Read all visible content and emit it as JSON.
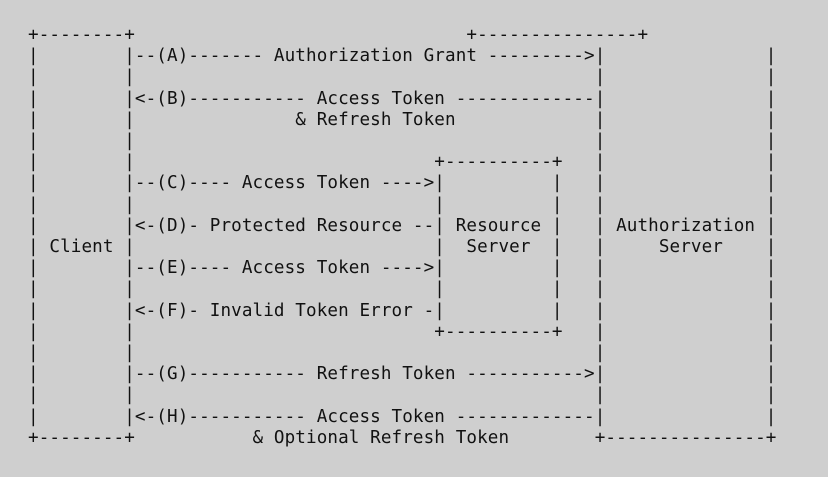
{
  "diagram": {
    "lines": [
      "+--------+                               +---------------+",
      "|        |--(A)------- Authorization Grant --------->|               |",
      "|        |                                           |               |",
      "|        |<-(B)----------- Access Token -------------|               |",
      "|        |               & Refresh Token             |               |",
      "|        |                                           |               |",
      "|        |                            +----------+   |               |",
      "|        |--(C)---- Access Token ---->|          |   |               |",
      "|        |                            |          |   |               |",
      "|        |<-(D)- Protected Resource --| Resource |   | Authorization |",
      "| Client |                            |  Server  |   |     Server    |",
      "|        |--(E)---- Access Token ---->|          |   |               |",
      "|        |                            |          |   |               |",
      "|        |<-(F)- Invalid Token Error -|          |   |               |",
      "|        |                            +----------+   |               |",
      "|        |                                           |               |",
      "|        |--(G)----------- Refresh Token ----------->|               |",
      "|        |                                           |               |",
      "|        |<-(H)----------- Access Token -------------|               |",
      "+--------+           & Optional Refresh Token        +---------------+"
    ]
  }
}
